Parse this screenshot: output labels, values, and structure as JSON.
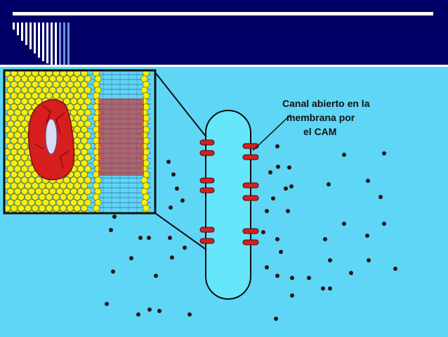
{
  "slide": {
    "header_color": "#000066",
    "diagram_background": "#5fd6f5",
    "lipid_head_color": "#f5ef12",
    "channel_color": "#d61e1e",
    "vesicle_color": "#66e6fb",
    "caption": {
      "line1": "Canal abierto en la",
      "line2": "membrana por",
      "line3": "el CAM"
    }
  }
}
